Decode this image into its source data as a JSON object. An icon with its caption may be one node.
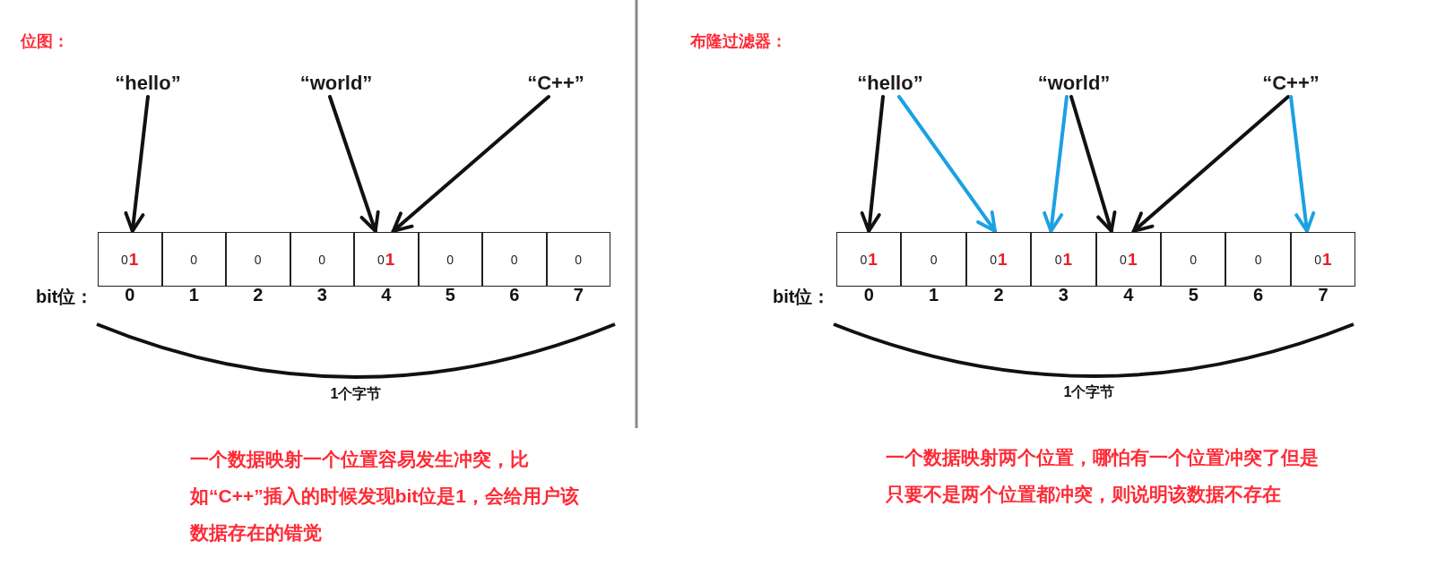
{
  "diagram": {
    "nodes": [
      {
        "text": [
          "“hello”"
        ]
      },
      {
        "text": [
          "“world”"
        ]
      },
      {
        "text": [
          "“C++”"
        ]
      },
      {
        "text": [
          "0",
          "1"
        ]
      },
      {
        "text": [
          "0"
        ]
      },
      {
        "text": [
          "0"
        ]
      },
      {
        "text": [
          "0"
        ]
      },
      {
        "text": [
          "0",
          "1"
        ]
      },
      {
        "text": [
          "0"
        ]
      },
      {
        "text": [
          "0"
        ]
      },
      {
        "text": [
          "0"
        ]
      },
      {
        "text": [
          "“hello”"
        ]
      },
      {
        "text": [
          "“world”"
        ]
      },
      {
        "text": [
          "“C++”"
        ]
      },
      {
        "text": [
          "0",
          "1"
        ]
      },
      {
        "text": [
          "0"
        ]
      },
      {
        "text": [
          "0",
          "1"
        ]
      },
      {
        "text": [
          "0",
          "1"
        ]
      },
      {
        "text": [
          "0",
          "1"
        ]
      },
      {
        "text": [
          "0"
        ]
      },
      {
        "text": [
          "0"
        ]
      },
      {
        "text": [
          "0",
          "1"
        ]
      }
    ],
    "edges": [
      {
        "from": 0,
        "to": 3,
        "arrow": "to"
      },
      {
        "from": 1,
        "to": 7,
        "arrow": "to"
      },
      {
        "from": 2,
        "to": 7,
        "arrow": "to"
      },
      {
        "from": 11,
        "to": 14,
        "arrow": "to"
      },
      {
        "from": 11,
        "to": 16,
        "arrow": "to",
        "color": "#1ba1e2"
      },
      {
        "from": 12,
        "to": 17,
        "arrow": "to",
        "color": "#1ba1e2"
      },
      {
        "from": 12,
        "to": 18,
        "arrow": "to"
      },
      {
        "from": 13,
        "to": 18,
        "arrow": "to"
      },
      {
        "from": 13,
        "to": 21,
        "arrow": "to",
        "color": "#1ba1e2"
      }
    ],
    "labels": [
      "位图：",
      "bit位：",
      "0",
      "1",
      "2",
      "3",
      "4",
      "5",
      "6",
      "7",
      "1个字节",
      "一个数据映射一个位置容易发生冲突，比如“C++”插入的时候发现bit位是1，会给用户该数据存在的错觉",
      "布隆过滤器：",
      "bit位：",
      "0",
      "1",
      "2",
      "3",
      "4",
      "5",
      "6",
      "7",
      "1个字节",
      "一个数据映射两个位置，哪怕有一个位置冲突了但是只要不是两个位置都冲突，则说明该数据不存在"
    ]
  }
}
